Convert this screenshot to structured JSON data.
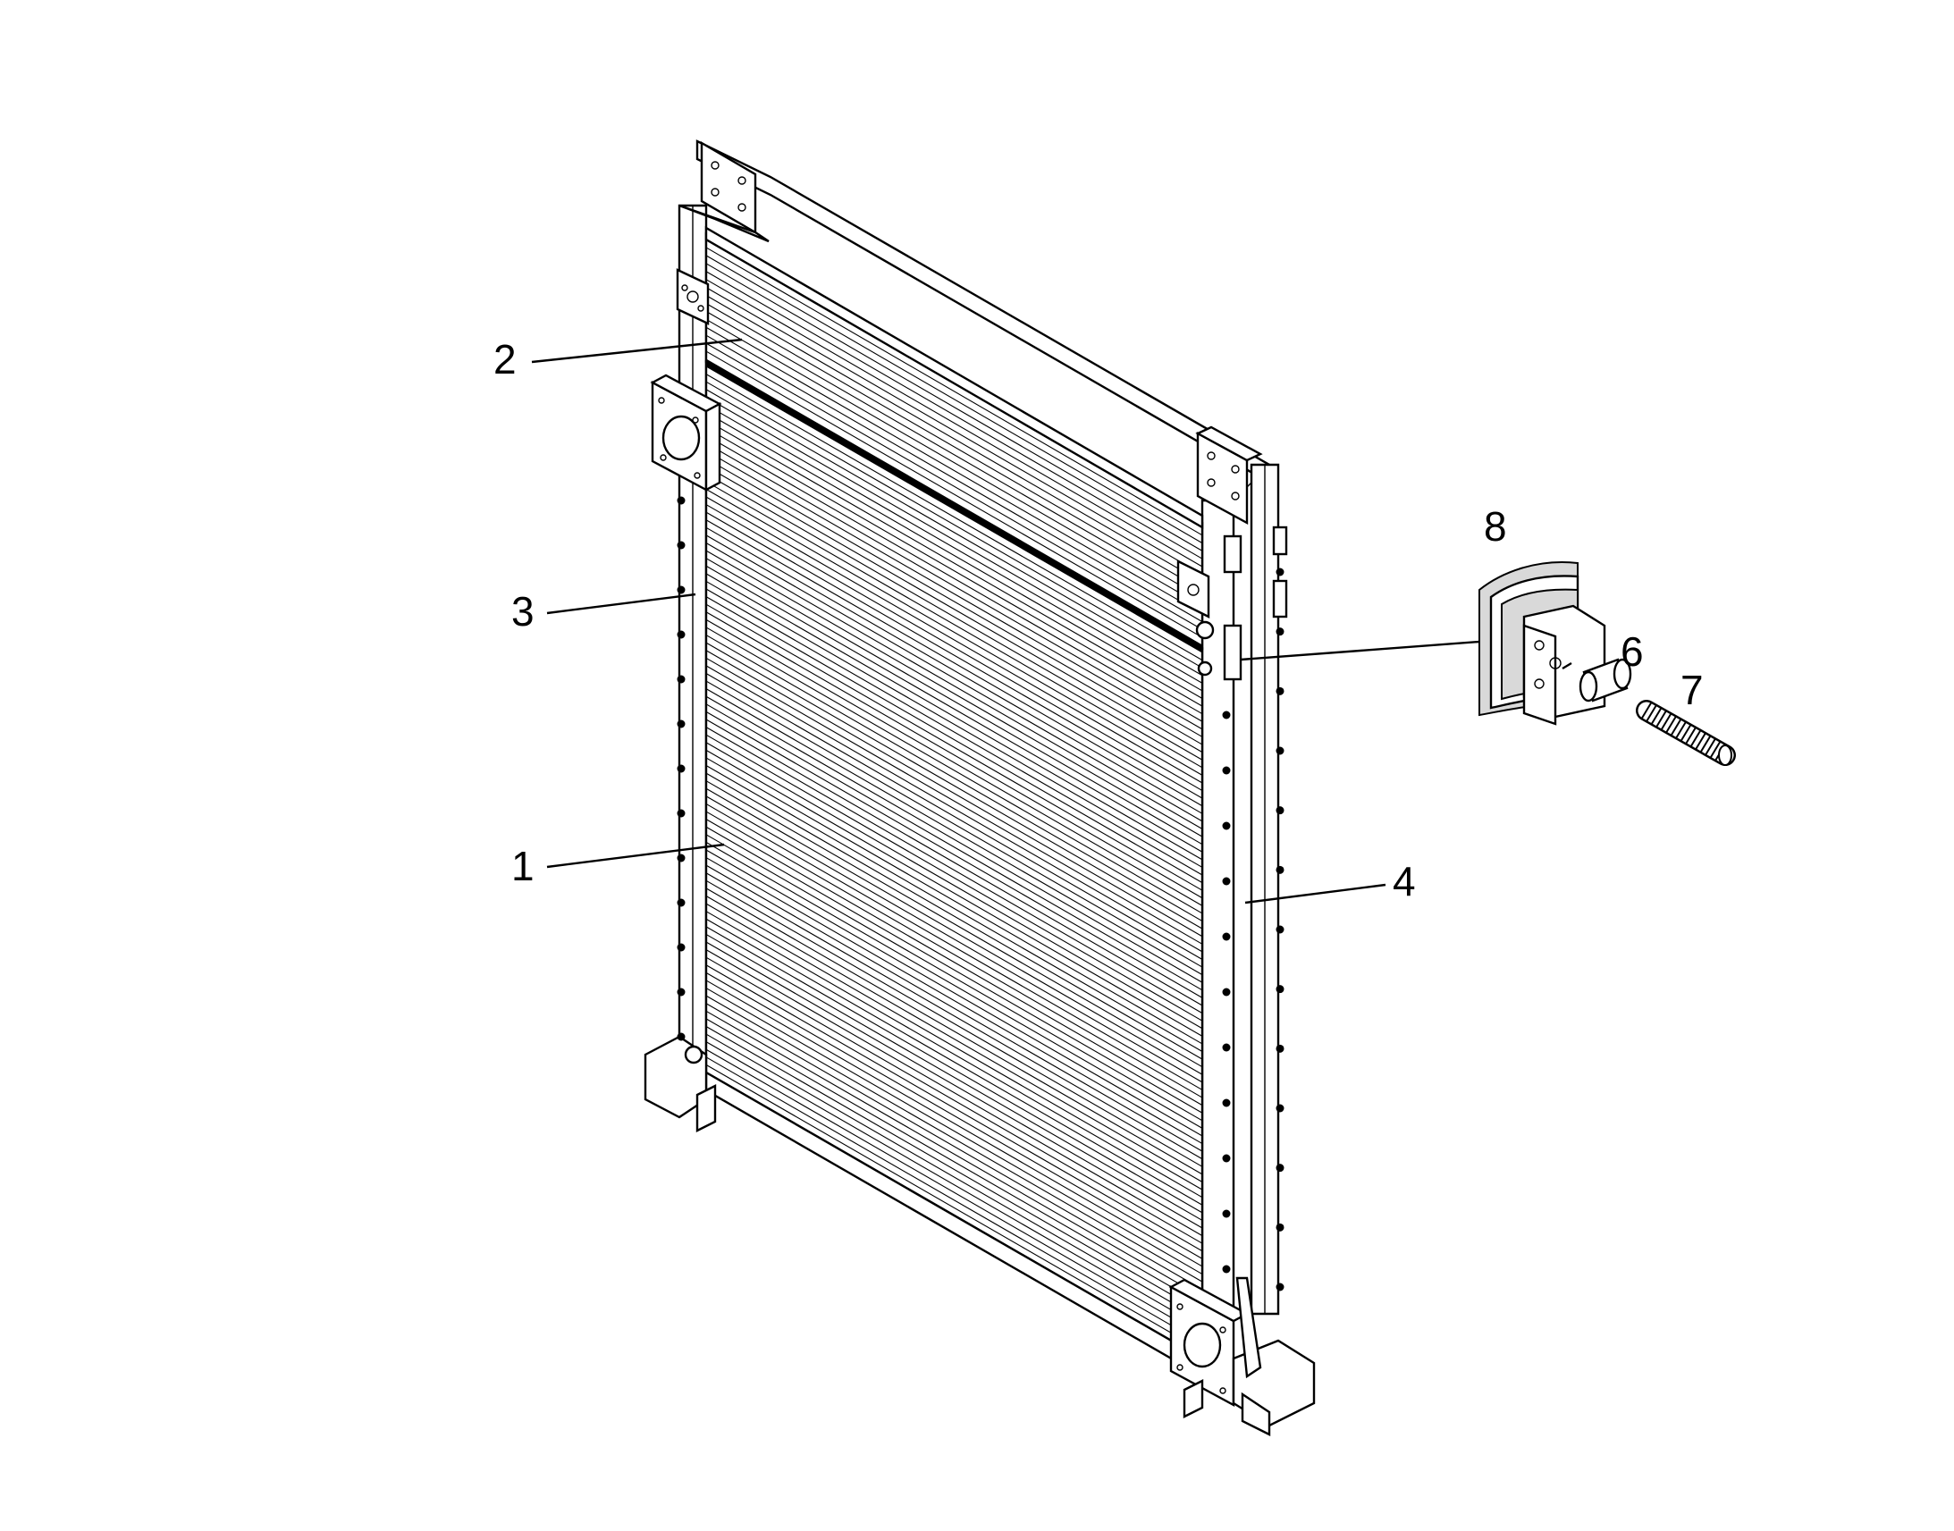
{
  "callouts": [
    {
      "id": "1",
      "label": "1"
    },
    {
      "id": "2",
      "label": "2"
    },
    {
      "id": "3",
      "label": "3"
    },
    {
      "id": "4",
      "label": "4"
    },
    {
      "id": "6",
      "label": "6"
    },
    {
      "id": "7",
      "label": "7"
    },
    {
      "id": "8",
      "label": "8"
    }
  ],
  "colors": {
    "line": "#000000",
    "background": "#ffffff",
    "shade": "#d9d9d9"
  }
}
